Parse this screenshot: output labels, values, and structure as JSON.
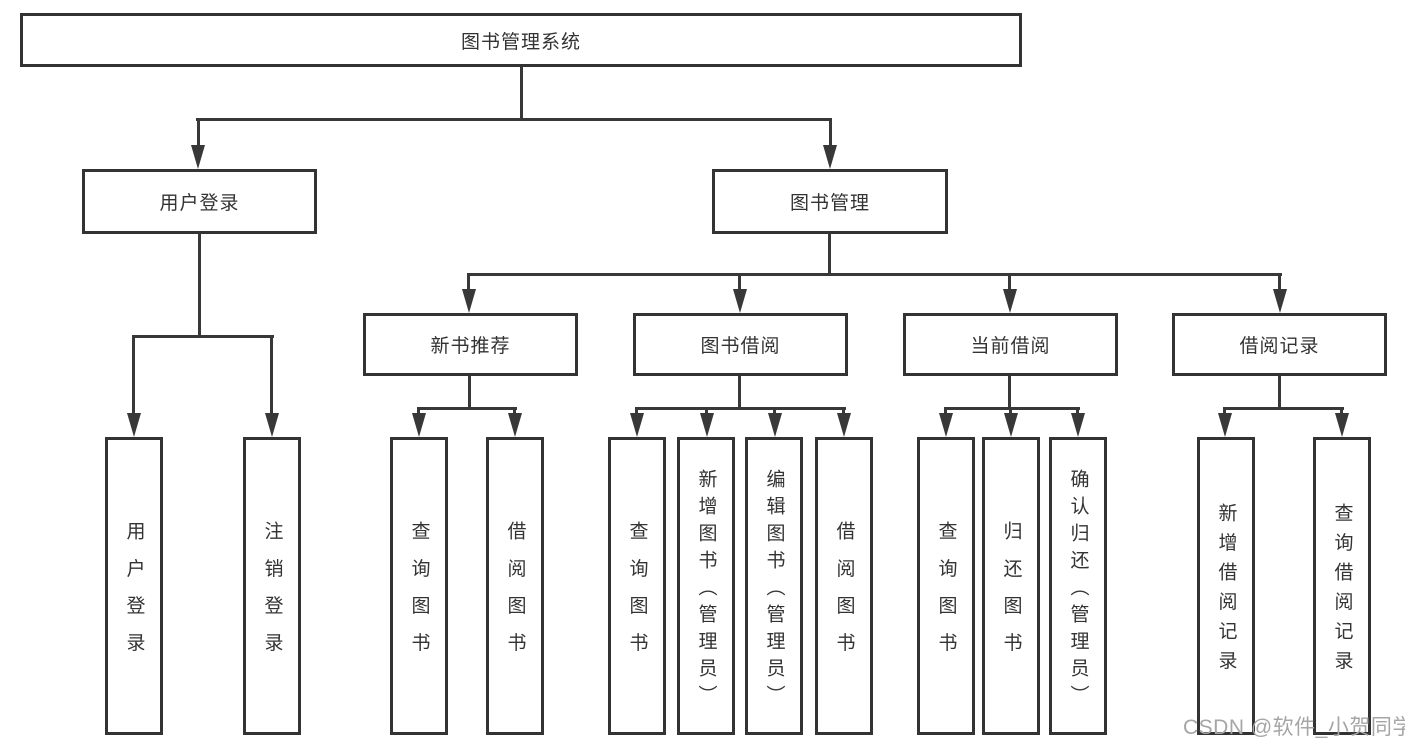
{
  "tree": {
    "root": {
      "label": "图书管理系统",
      "children": [
        {
          "label": "用户登录",
          "children": [
            {
              "label": "用户登录"
            },
            {
              "label": "注销登录"
            }
          ]
        },
        {
          "label": "图书管理",
          "children": [
            {
              "label": "新书推荐",
              "children": [
                {
                  "label": "查询图书"
                },
                {
                  "label": "借阅图书"
                }
              ]
            },
            {
              "label": "图书借阅",
              "children": [
                {
                  "label": "查询图书"
                },
                {
                  "label": "新增图书（管理员）"
                },
                {
                  "label": "编辑图书（管理员）"
                },
                {
                  "label": "借阅图书"
                }
              ]
            },
            {
              "label": "当前借阅",
              "children": [
                {
                  "label": "查询图书"
                },
                {
                  "label": "归还图书"
                },
                {
                  "label": "确认归还（管理员）"
                }
              ]
            },
            {
              "label": "借阅记录",
              "children": [
                {
                  "label": "新增借阅记录"
                },
                {
                  "label": "查询借阅记录"
                }
              ]
            }
          ]
        }
      ]
    }
  },
  "watermark": {
    "text": "CSDN @软件_小贺同学"
  },
  "colors": {
    "line": "#383838",
    "border": "#333333",
    "text": "#333333",
    "watermark": "#a6a6a6",
    "background": "#ffffff"
  }
}
